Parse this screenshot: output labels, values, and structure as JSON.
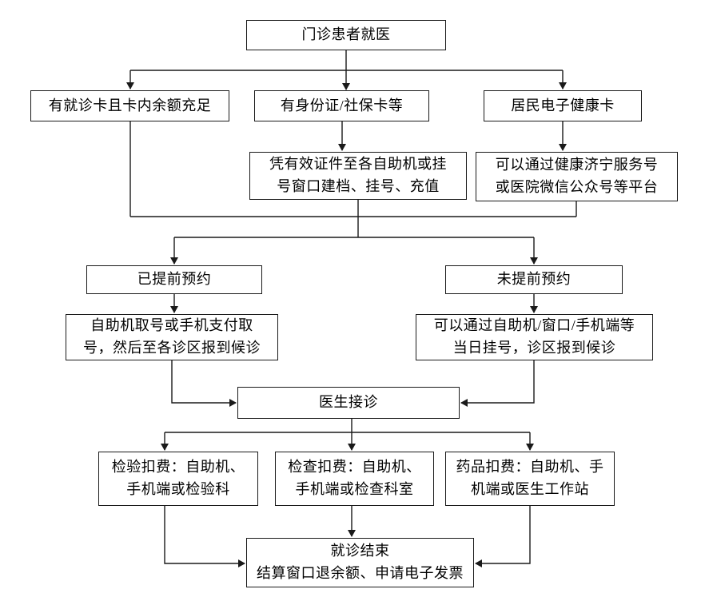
{
  "colors": {
    "line": "#1a1a1a",
    "text": "#000000",
    "background": "#ffffff",
    "box_border": "#1a1a1a"
  },
  "nodes": {
    "start": {
      "label": "门诊患者就医"
    },
    "card": {
      "label": "有就诊卡且卡内余额充足"
    },
    "idcard": {
      "label": "有身份证/社保卡等"
    },
    "ehealth": {
      "label": "居民电子健康卡"
    },
    "register": {
      "label": "凭有效证件至各自助机或挂\n号窗口建档、挂号、充值"
    },
    "platform": {
      "label": "可以通过健康济宁服务号\n或医院微信公众号等平台"
    },
    "booked": {
      "label": "已提前预约"
    },
    "not_booked": {
      "label": "未提前预约"
    },
    "self_checkin": {
      "label": "自助机取号或手机支付取\n号，然后至各诊区报到候诊"
    },
    "same_day": {
      "label": "可以通过自助机/窗口/手机端等\n当日挂号，诊区报到候诊"
    },
    "doctor": {
      "label": "医生接诊"
    },
    "lab_fee": {
      "label": "检验扣费：自助机、\n手机端或检验科"
    },
    "exam_fee": {
      "label": "检查扣费：自助机、\n手机端或检查科室"
    },
    "drug_fee": {
      "label": "药品扣费：自助机、手\n机端或医生工作站"
    },
    "end": {
      "label": "就诊结束\n结算窗口退余额、申请电子发票"
    }
  }
}
